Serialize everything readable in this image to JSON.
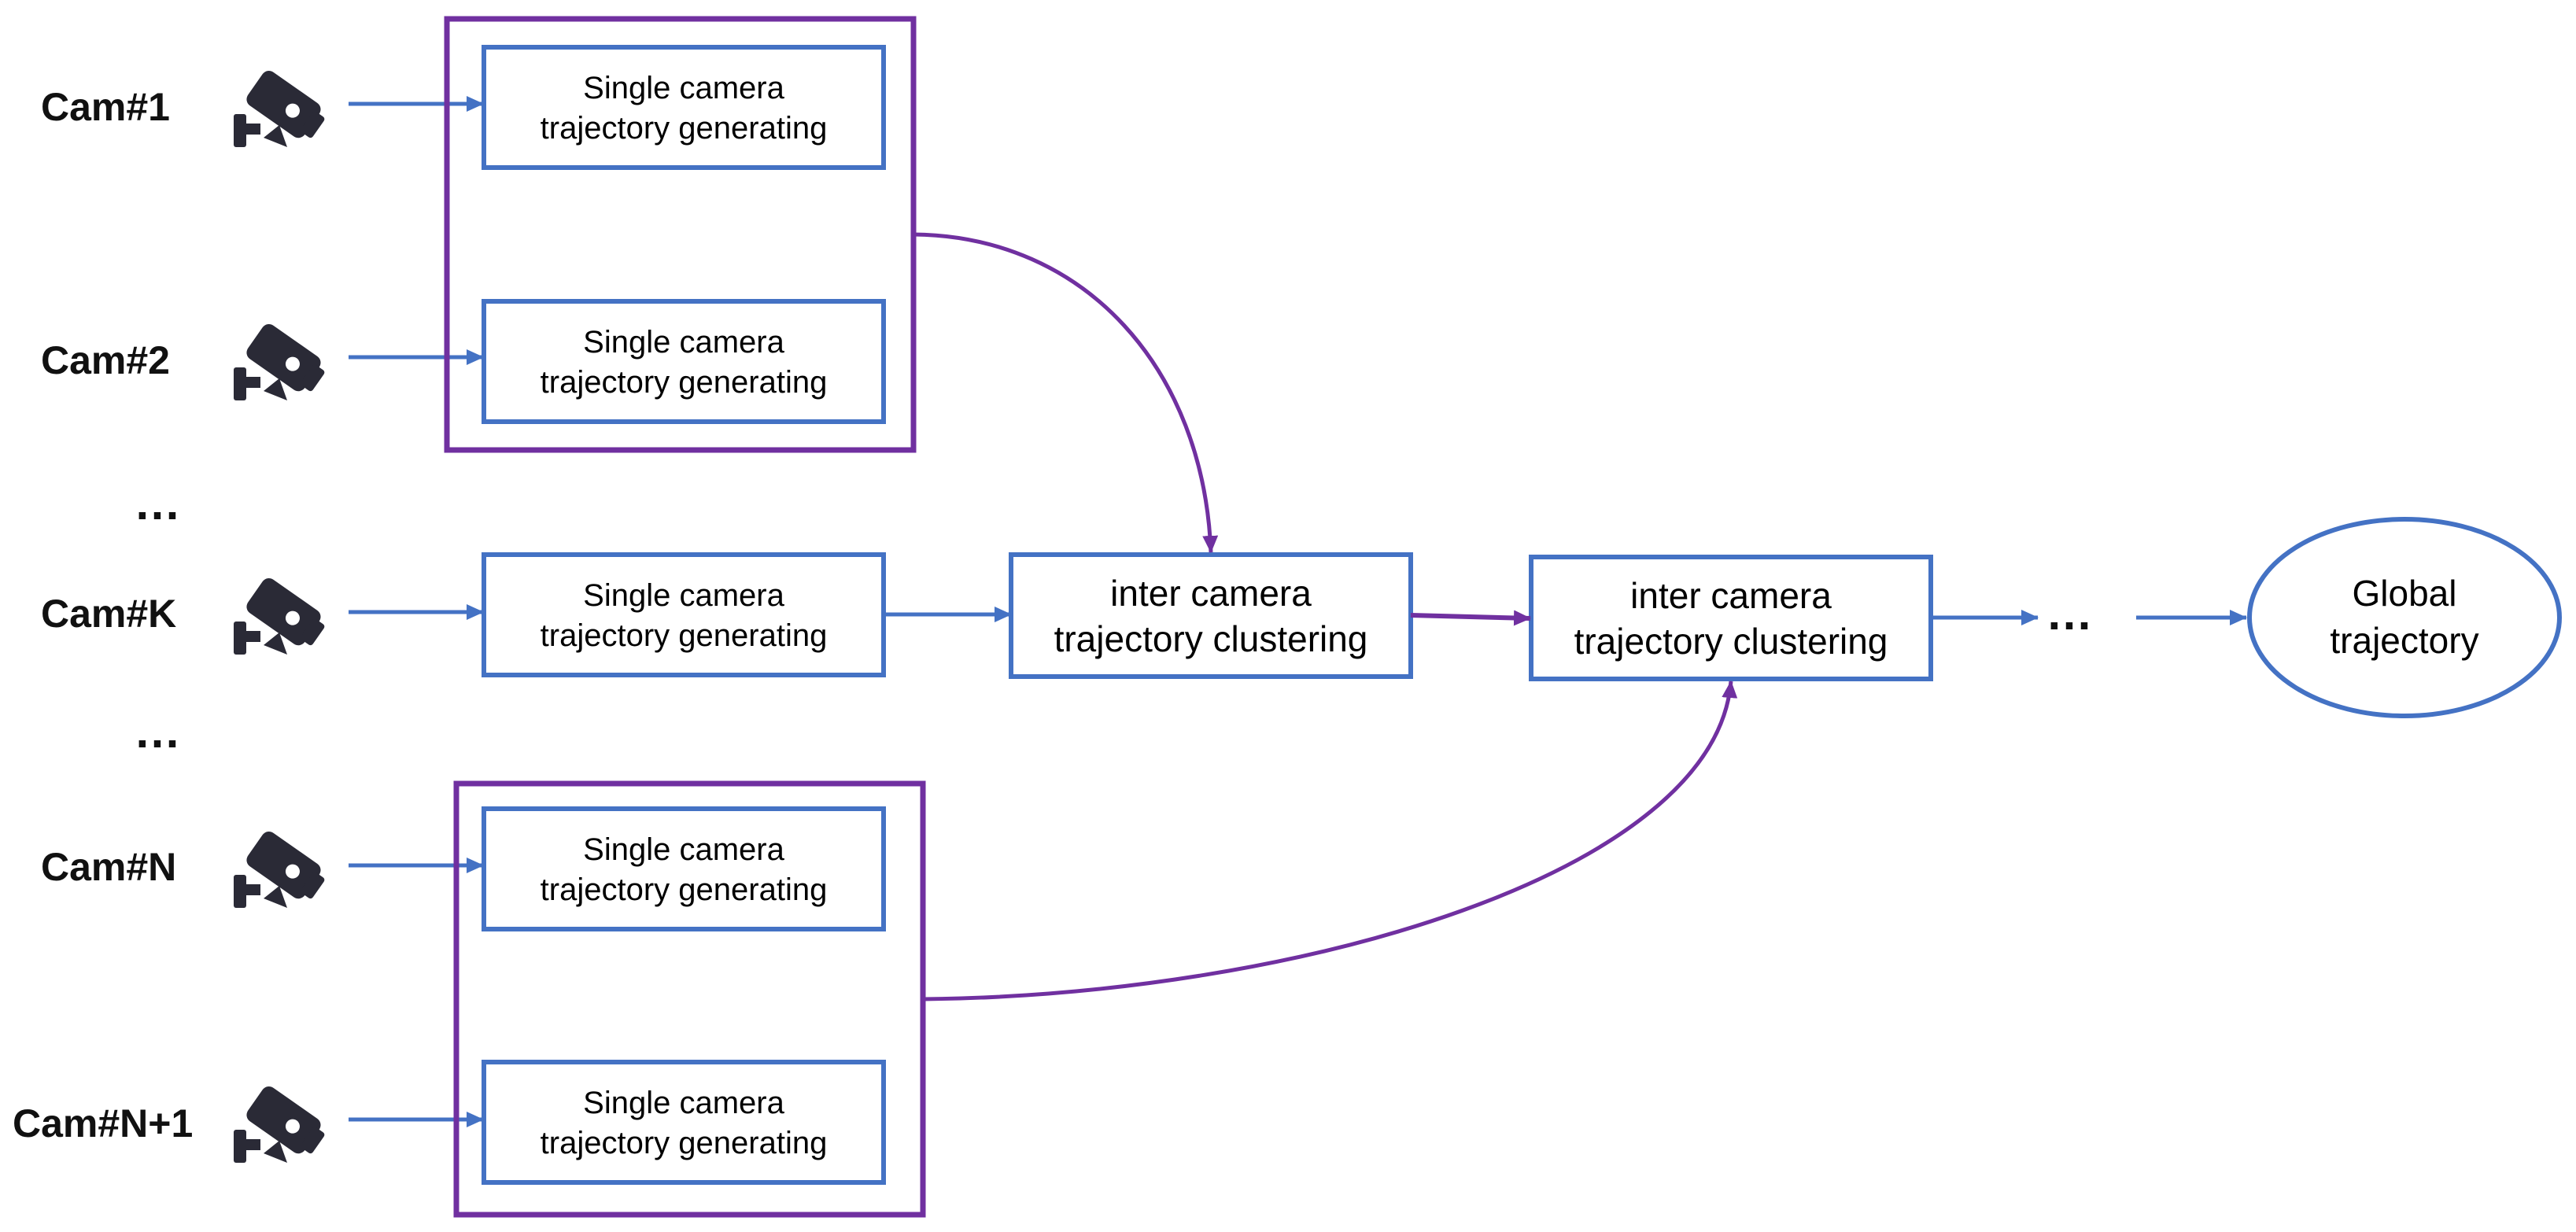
{
  "colors": {
    "blue": "#4472C4",
    "purple": "#7030A0",
    "camera": "#2a2a36",
    "text": "#111111"
  },
  "cameras": [
    {
      "label": "Cam#1",
      "icon": "security-camera-icon"
    },
    {
      "label": "Cam#2",
      "icon": "security-camera-icon"
    },
    {
      "label": "Cam#K",
      "icon": "security-camera-icon"
    },
    {
      "label": "Cam#N",
      "icon": "security-camera-icon"
    },
    {
      "label": "Cam#N+1",
      "icon": "security-camera-icon"
    }
  ],
  "ellipsis": "…",
  "single_box": {
    "line1": "Single camera",
    "line2": "trajectory generating"
  },
  "cluster_box": {
    "line1": "inter camera",
    "line2": "trajectory clustering"
  },
  "global": {
    "line1": "Global",
    "line2": "trajectory"
  },
  "output_ellipsis": "…"
}
